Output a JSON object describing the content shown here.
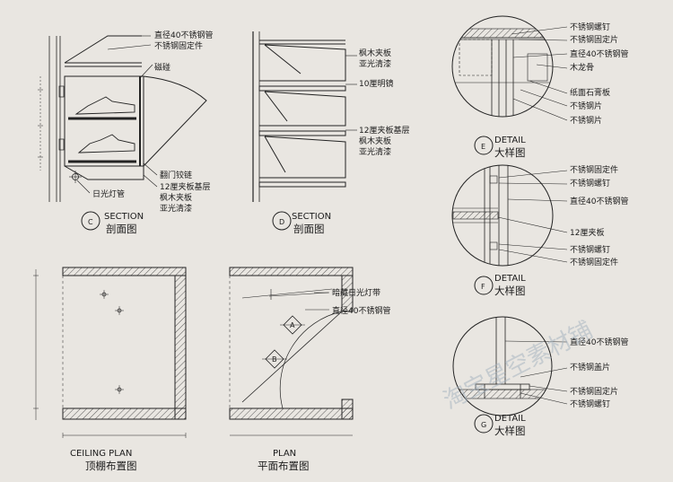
{
  "section_c": {
    "labels": [
      "直径40不锈钢管",
      "不锈钢固定件",
      "磁碰",
      "翻门铰链",
      "12厘夹板基层",
      "枫木夹板",
      "亚光清漆",
      "日光灯管"
    ],
    "mark": "C",
    "title_en": "SECTION",
    "title_cn": "剖面图"
  },
  "section_d": {
    "labels": [
      "枫木夹板",
      "亚光清漆",
      "10厘明镜",
      "12厘夹板基层",
      "枫木夹板",
      "亚光清漆"
    ],
    "mark": "D",
    "title_en": "SECTION",
    "title_cn": "剖面图"
  },
  "detail_e": {
    "labels": [
      "不锈钢螺钉",
      "不锈钢固定片",
      "直径40不锈钢管",
      "木龙骨",
      "纸面石膏板",
      "不锈钢片",
      "不锈钢片"
    ],
    "mark": "E",
    "title_en": "DETAIL",
    "title_cn": "大样图"
  },
  "detail_f": {
    "labels": [
      "不锈钢固定件",
      "不锈钢螺钉",
      "直径40不锈钢管",
      "12厘夹板",
      "不锈钢螺钉",
      "不锈钢固定件"
    ],
    "mark": "F",
    "title_en": "DETAIL",
    "title_cn": "大样图"
  },
  "detail_g": {
    "labels": [
      "直径40不锈钢管",
      "不锈钢盖片",
      "不锈钢固定片",
      "不锈钢螺钉"
    ],
    "mark": "G",
    "title_en": "DETAIL",
    "title_cn": "大样图"
  },
  "ceiling_plan": {
    "title_en": "CEILING PLAN",
    "title_cn": "顶棚布置图"
  },
  "plan": {
    "labels": [
      "暗藏日光灯带",
      "直径40不锈钢管"
    ],
    "marker_a": "A",
    "marker_b": "B",
    "title_en": "PLAN",
    "title_cn": "平面布置图"
  },
  "watermark": "淘宝星空素材铺",
  "colors": {
    "paper": "#e9e6e1",
    "ink": "#1b1b1b",
    "watermark": "#a9b6c2"
  }
}
